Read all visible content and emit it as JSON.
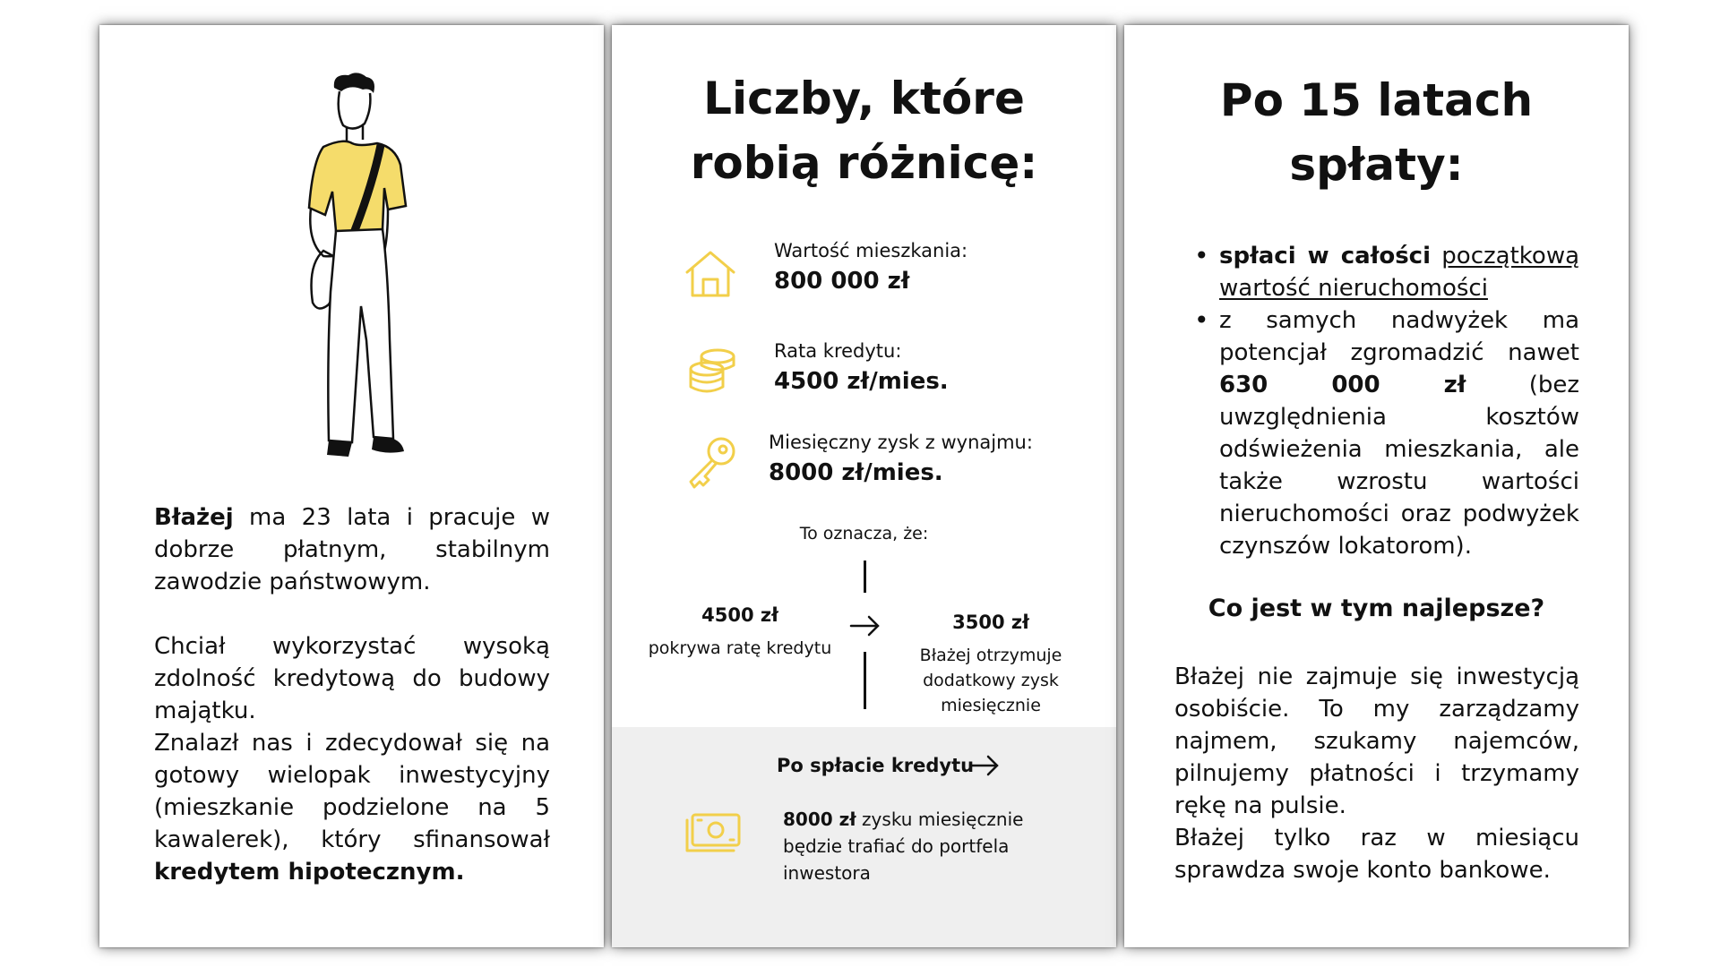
{
  "left": {
    "person_name": "Błażej",
    "intro_rest": " ma 23 lata i pracuje w dobrze płatnym, stabilnym zawodzie państwowym.",
    "para2": "Chciał wykorzystać wysoką zdolność kredytową do budowy majątku.",
    "para3_text": "Znalazł nas i zdecydował się na gotowy wielopak inwestycyjny (mieszkanie podzielone na 5 kawalerek), który sfinansował ",
    "para3_bold": "kredytem hipotecznym."
  },
  "middle": {
    "title_line1": "Liczby, które",
    "title_line2": "robią różnicę:",
    "stats": [
      {
        "label": "Wartość mieszkania:",
        "value": "800 000 zł",
        "icon": "house-icon"
      },
      {
        "label": "Rata kredytu:",
        "value": "4500 zł/mies.",
        "icon": "coins-icon"
      },
      {
        "label": "Miesięczny zysk z wynajmu:",
        "value": "8000 zł/mies.",
        "icon": "key-icon"
      }
    ],
    "means_label": "To oznacza, że:",
    "split_left_value": "4500 zł",
    "split_left_desc": "pokrywa ratę kredytu",
    "split_right_value": "3500 zł",
    "split_right_desc_1": "Błażej otrzymuje",
    "split_right_desc_2": "dodatkowy zysk",
    "split_right_desc_3": "miesięcznie",
    "after_label": "Po spłacie kredytu",
    "after_bold": "8000 zł",
    "after_text_1": " zysku miesięcznie",
    "after_text_2": "będzie trafiać do portfela",
    "after_text_3": "inwestora"
  },
  "right": {
    "title_line1": "Po 15 latach",
    "title_line2": "spłaty:",
    "bullet1_bold": "spłaci w całości",
    "bullet1_underline": "początkową wartość nieruchomości",
    "bullet2_pre": "z samych nadwyżek ma potencjał zgromadzić nawet ",
    "bullet2_bold": "630 000 zł",
    "bullet2_post": " (bez uwzględnienia kosztów odświeżenia mieszkania, ale także wzrostu wartości nieruchomości oraz podwyżek czynszów lokatorom).",
    "subheading": "Co jest w tym najlepsze?",
    "closing_1": "Błażej nie zajmuje się inwestycją osobiście. To my zarządzamy najmem, szukamy najemców, pilnujemy płatności i trzymamy rękę na pulsie.",
    "closing_2": "Błażej tylko raz w miesiącu sprawdza swoje konto bankowe."
  },
  "colors": {
    "accent": "#f2cf4a",
    "shirt": "#f5dc6b",
    "gray_box": "#efefef"
  }
}
